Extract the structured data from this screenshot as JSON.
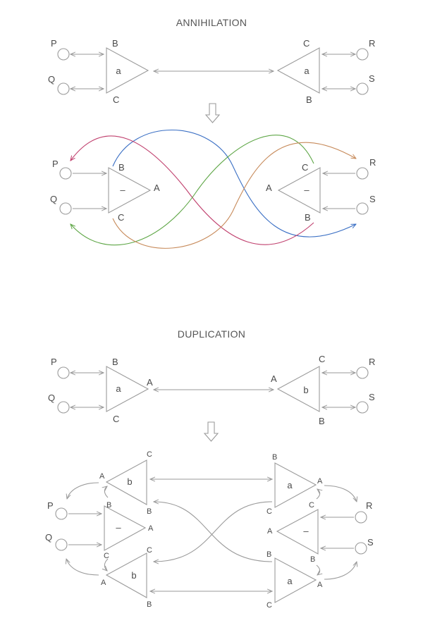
{
  "annihilation": {
    "title": "ANNIHILATION",
    "top": {
      "P": "P",
      "Q": "Q",
      "R": "R",
      "S": "S",
      "left": {
        "top": "B",
        "bottom": "C",
        "inner": "a"
      },
      "right": {
        "top": "C",
        "bottom": "B",
        "inner": "a"
      }
    },
    "bottom": {
      "P": "P",
      "Q": "Q",
      "R": "R",
      "S": "S",
      "left": {
        "top": "B",
        "bottom": "C",
        "tip": "A",
        "inner": "–"
      },
      "right": {
        "top": "C",
        "bottom": "B",
        "tip": "A",
        "inner": "–"
      }
    }
  },
  "duplication": {
    "title": "DUPLICATION",
    "top": {
      "P": "P",
      "Q": "Q",
      "R": "R",
      "S": "S",
      "left": {
        "top": "B",
        "bottom": "C",
        "tip": "A",
        "inner": "a"
      },
      "right": {
        "top": "C",
        "bottom": "B",
        "tip": "A",
        "inner": "b"
      }
    },
    "bottom": {
      "P": "P",
      "Q": "Q",
      "R": "R",
      "S": "S",
      "lt": {
        "top": "C",
        "bottom": "B",
        "tip": "A",
        "inner": "b"
      },
      "lm": {
        "top": "B",
        "bottom": "C",
        "tip": "A",
        "inner": "–"
      },
      "lb": {
        "top": "C",
        "bottom": "B",
        "tip": "A",
        "inner": "b"
      },
      "rt": {
        "top": "B",
        "bottom": "C",
        "tip": "A",
        "inner": "a"
      },
      "rm": {
        "top": "C",
        "bottom": "B",
        "tip": "A",
        "inner": "–"
      },
      "rb": {
        "top": "B",
        "bottom": "C",
        "tip": "A",
        "inner": "a"
      }
    }
  },
  "colors": {
    "stroke": "#9a9a9a",
    "text": "#4a4a4a",
    "red": "#c0406e",
    "blue": "#3a6fc4",
    "green": "#5ea646",
    "orange": "#c78a5a"
  }
}
